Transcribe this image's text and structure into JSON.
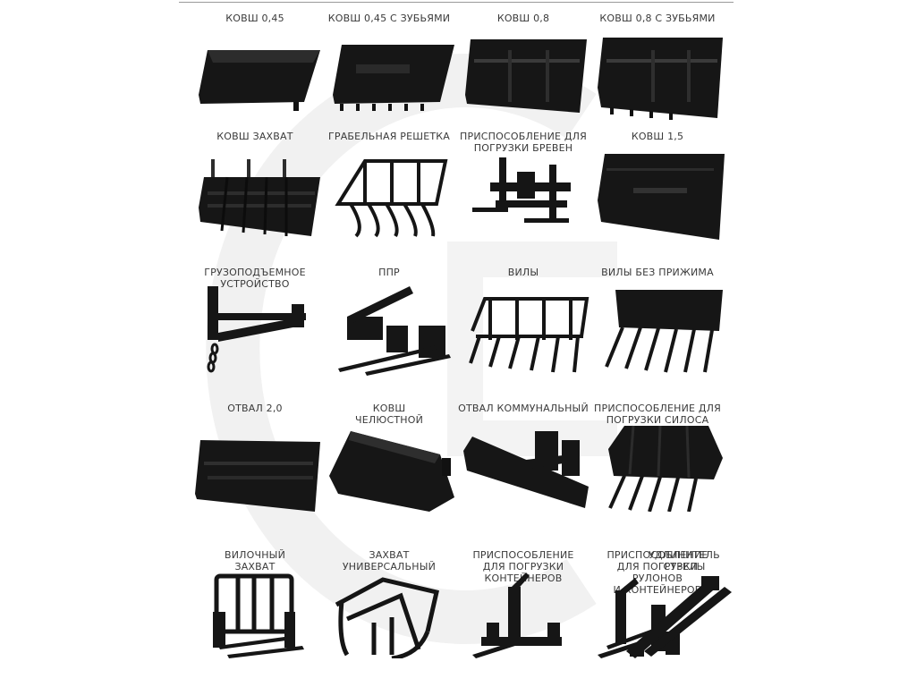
{
  "catalog": {
    "items": [
      {
        "label": "КОВШ 0,45",
        "icon": "bucket-icon"
      },
      {
        "label": "КОВШ 0,45 С ЗУБЬЯМИ",
        "icon": "bucket-teeth-icon"
      },
      {
        "label": "КОВШ 0,8",
        "icon": "bucket-large-icon"
      },
      {
        "label": "КОВШ 0,8 С ЗУБЬЯМИ",
        "icon": "bucket-large-teeth-icon"
      },
      {
        "label": "КОВШ ЗАХВАТ",
        "icon": "grapple-bucket-icon"
      },
      {
        "label": "ГРАБЕЛЬНАЯ РЕШЕТКА",
        "icon": "rake-grid-icon"
      },
      {
        "label": "ПРИСПОСОБЛЕНИЕ ДЛЯ\nПОГРУЗКИ БРЕВЕН",
        "icon": "log-loader-icon"
      },
      {
        "label": "КОВШ 1,5",
        "icon": "bucket-xl-icon"
      },
      {
        "label": "ГРУЗОПОДЪЕМНОЕ\nУСТРОЙСТВО",
        "icon": "lifting-device-icon"
      },
      {
        "label": "ППР",
        "icon": "ppr-icon"
      },
      {
        "label": "ВИЛЫ",
        "icon": "forks-icon"
      },
      {
        "label": "ВИЛЫ БЕЗ ПРИЖИМА",
        "icon": "forks-no-clamp-icon"
      },
      {
        "label": "ОТВАЛ 2,0",
        "icon": "blade-icon"
      },
      {
        "label": "КОВШ\nЧЕЛЮСТНОЙ",
        "icon": "jaw-bucket-icon"
      },
      {
        "label": "ОТВАЛ КОММУНАЛЬНЫЙ",
        "icon": "municipal-blade-icon"
      },
      {
        "label": "ПРИСПОСОБЛЕНИЕ ДЛЯ\nПОГРУЗКИ СИЛОСА",
        "icon": "silage-loader-icon"
      },
      {
        "label": "ВИЛОЧНЫЙ\nЗАХВАТ",
        "icon": "fork-grab-icon"
      },
      {
        "label": "ЗАХВАТ\nУНИВЕРСАЛЬНЫЙ",
        "icon": "universal-grab-icon"
      },
      {
        "label": "ПРИСПОСОБЛЕНИЕ\nДЛЯ ПОГРУЗКИ\nКОНТЕЙНЕРОВ",
        "icon": "container-loader-icon"
      },
      {
        "label": "ПРИСПОСОБЛЕНИЕ\nДЛЯ ПОГРУЗКИ\nРУЛОНОВ\nИ КОНТЕЙНЕРОВ",
        "icon": "roll-container-loader-icon"
      },
      {
        "label": "УДЛИНИТЕЛЬ\nСТРЕЛЫ",
        "icon": "boom-extension-icon"
      }
    ]
  },
  "colors": {
    "accent": "#1a1a1a",
    "label": "#3a3a3a",
    "watermark": "#f1f1f1"
  }
}
